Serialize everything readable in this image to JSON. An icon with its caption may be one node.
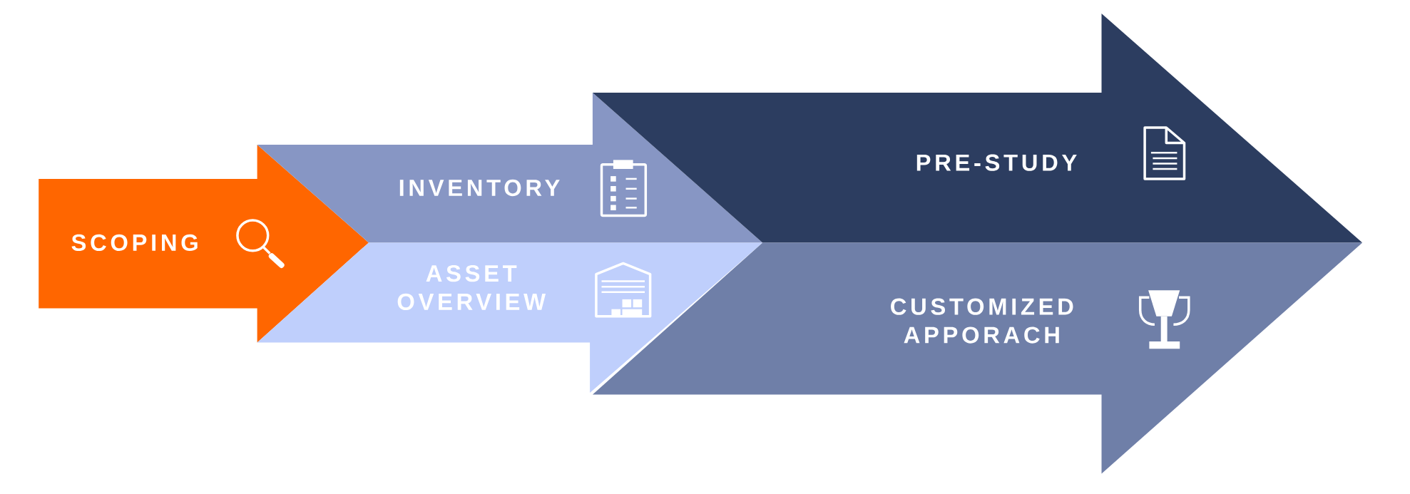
{
  "diagram": {
    "nodes": [
      {
        "text": [
          "SCOPING"
        ]
      },
      {
        "text": [
          "INVENTORY"
        ]
      },
      {
        "text": [
          "ASSET OVERVIEW"
        ]
      },
      {
        "text": [
          "PRE-STUDY"
        ]
      },
      {
        "text": [
          "CUSTOMIZED APPORACH"
        ]
      }
    ]
  }
}
